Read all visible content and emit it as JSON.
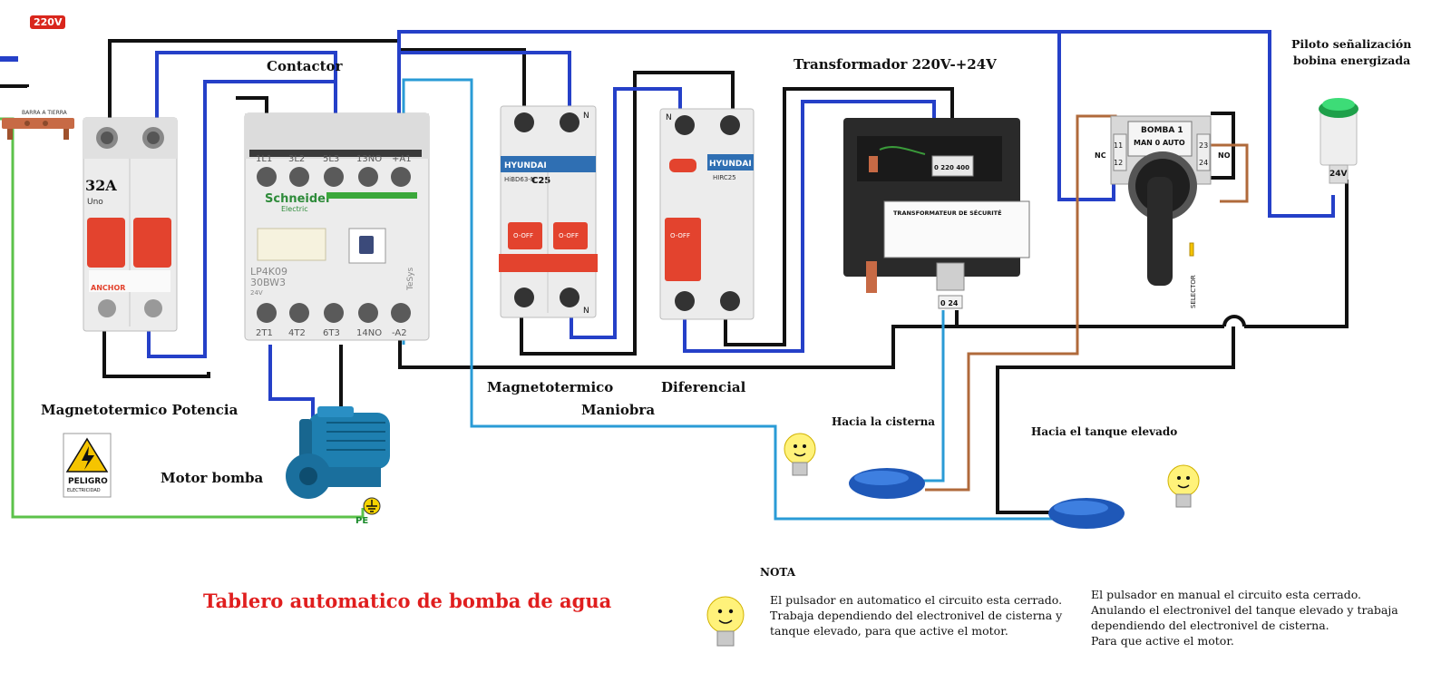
{
  "badge": "220V",
  "labels": {
    "contactor": "Contactor",
    "transformer": "Transformador 220V-+24V",
    "pilot_line1": "Piloto señalización",
    "pilot_line2": "bobina energizada",
    "mcb_power": "Magnetotermico Potencia",
    "mcb_control_line1": "Magnetotermico",
    "mcb_control_line2": "Maniobra",
    "differential": "Diferencial",
    "motor": "Motor bomba",
    "to_cistern": "Hacia la cisterna",
    "to_tank": "Hacia el tanque elevado",
    "title": "Tablero automatico de bomba de agua"
  },
  "devices": {
    "breaker_rating": "32A",
    "breaker_brand": "ANCHOR",
    "breaker_model": "Uno",
    "earth_bar": "BARRA A TIERRA",
    "contactor_brand": "Schneider",
    "contactor_brand_sub": "Electric",
    "contactor_model": "LP4K09",
    "contactor_model2": "30BW3",
    "contactor_voltage": "24V",
    "contactor_series": "TeSys",
    "contactor_top_terminals": [
      "1L1",
      "3L2",
      "5L3",
      "13NO",
      "+A1"
    ],
    "contactor_bottom_terminals": [
      "2T1",
      "4T2",
      "6T3",
      "14NO",
      "-A2"
    ],
    "mcb_brand": "HYUNDAI",
    "mcb_model": "HiBD63-N",
    "mcb_rating": "C25",
    "mcb_off": "O-OFF",
    "rcd_brand": "HYUNDAI",
    "rcd_model": "HIRC25",
    "rcd_off": "O-OFF",
    "terminal_n": "N",
    "transformer_label": "TRANSFORMATEUR DE SÉCURITÉ",
    "transformer_input": "0 220 400",
    "transformer_output": "0  24",
    "selector_title": "BOMBA 1",
    "selector_positions": "MAN  0  AUTO",
    "selector_nc": "NC",
    "selector_no": "NO",
    "selector_contacts": [
      "11",
      "12",
      "23",
      "24"
    ],
    "selector_tag": "SELECTOR",
    "pilot_voltage": "24V",
    "danger_title": "PELIGRO",
    "danger_sub": "ELECTRICIDAD",
    "pe_label": "PE"
  },
  "note": {
    "heading": "NOTA",
    "auto_lines": [
      "El pulsador en automatico el circuito esta cerrado.",
      "Trabaja dependiendo del electronivel de cisterna y",
      "tanque elevado, para que active el motor."
    ],
    "manual_lines": [
      "El pulsador en manual el circuito esta cerrado.",
      "Anulando el electronivel del tanque elevado y trabaja",
      "dependiendo del electronivel de cisterna.",
      "Para que active el motor."
    ]
  },
  "colors": {
    "wire_black": "#111111",
    "wire_blue": "#2540c8",
    "wire_lightblue": "#2a9bd6",
    "wire_brown": "#b06a3b",
    "wire_green": "#5cc24a",
    "accent_red": "#e01e1e"
  }
}
